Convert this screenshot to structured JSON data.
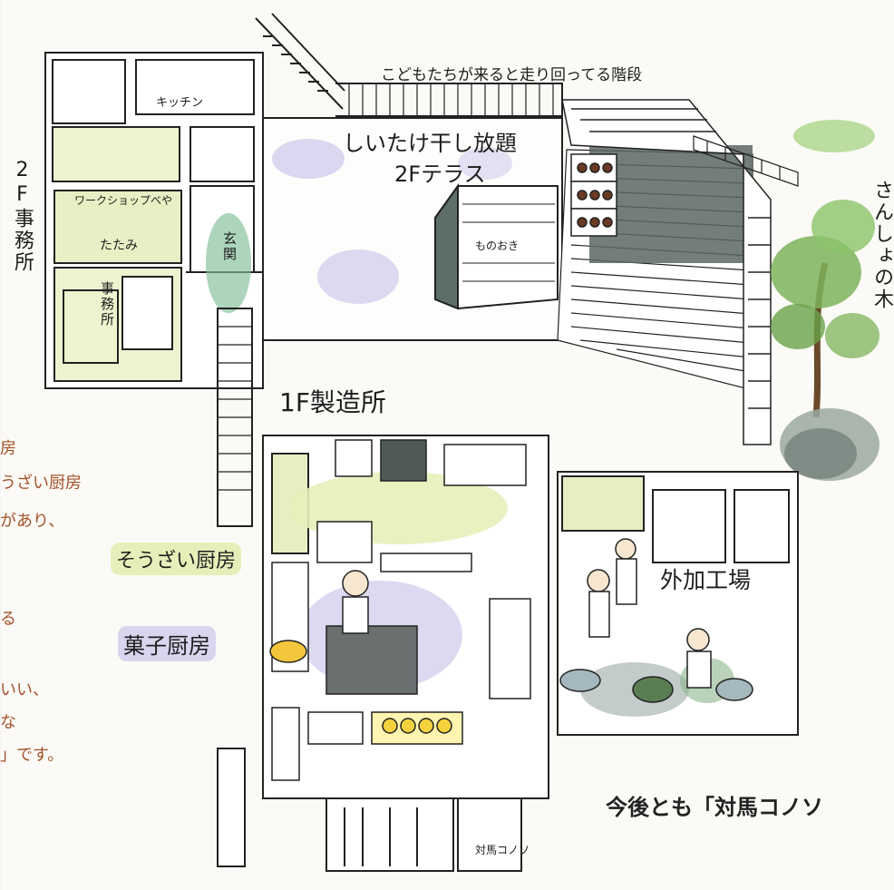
{
  "labels": {
    "office_2f_vertical": "2F事務所",
    "kitchen": "キッチン",
    "workshop_room": "ワークショップべや",
    "tatami": "たたみ",
    "office_room": "事務所",
    "entrance": "玄関",
    "stairs_caption": "こどもたちが来ると走り回ってる階段",
    "terrace_line1": "しいたけ干し放題",
    "terrace_line2": "2Fテラス",
    "storage": "ものおき",
    "tree_vertical": "さんしょの木",
    "factory_1f": "1F製造所",
    "sozai_kitchen": "そうざい厨房",
    "confection_kitchen": "菓子厨房",
    "outdoor_workshop": "外加工場",
    "shop_sign": "対馬コノソ",
    "bottom_caption": "今後とも「対馬コノソ"
  },
  "left_text_fragments": [
    "房",
    "うざい厨房",
    "があり、",
    "る",
    "いい、",
    "な",
    "」です。"
  ],
  "colors": {
    "ink": "#1d1d1d",
    "green_wash": "#e6efb9",
    "purple_wash": "#d9d5ef",
    "tree_green": "#5a9a3a",
    "brown_text": "#a4522a",
    "entrance_green": "#6dae8a"
  }
}
